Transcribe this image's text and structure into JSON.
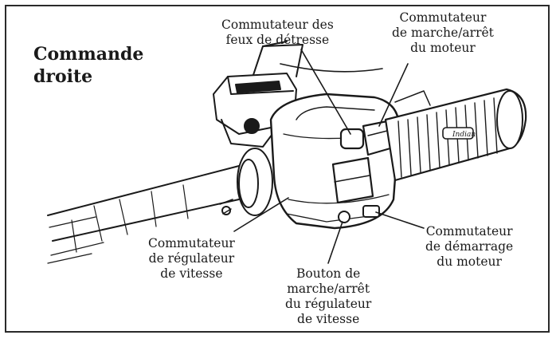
{
  "title": {
    "line1": "Commande",
    "line2": "droite"
  },
  "labels": {
    "hazard": {
      "line1": "Commutateur des",
      "line2": "feux de détresse"
    },
    "engine_stop": {
      "line1": "Commutateur",
      "line2": "de marche/arrêt",
      "line3": "du moteur"
    },
    "start": {
      "line1": "Commutateur",
      "line2": "de démarrage",
      "line3": "du moteur"
    },
    "cruise_set": {
      "line1": "Commutateur",
      "line2": "de régulateur",
      "line3": "de vitesse"
    },
    "cruise_onoff": {
      "line1": "Bouton de",
      "line2": "marche/arrêt",
      "line3": "du régulateur",
      "line4": "de vitesse"
    }
  },
  "grip_logo": "Indian",
  "colors": {
    "ink": "#1a1a1a",
    "background": "#ffffff",
    "border": "#2a2a2a"
  }
}
